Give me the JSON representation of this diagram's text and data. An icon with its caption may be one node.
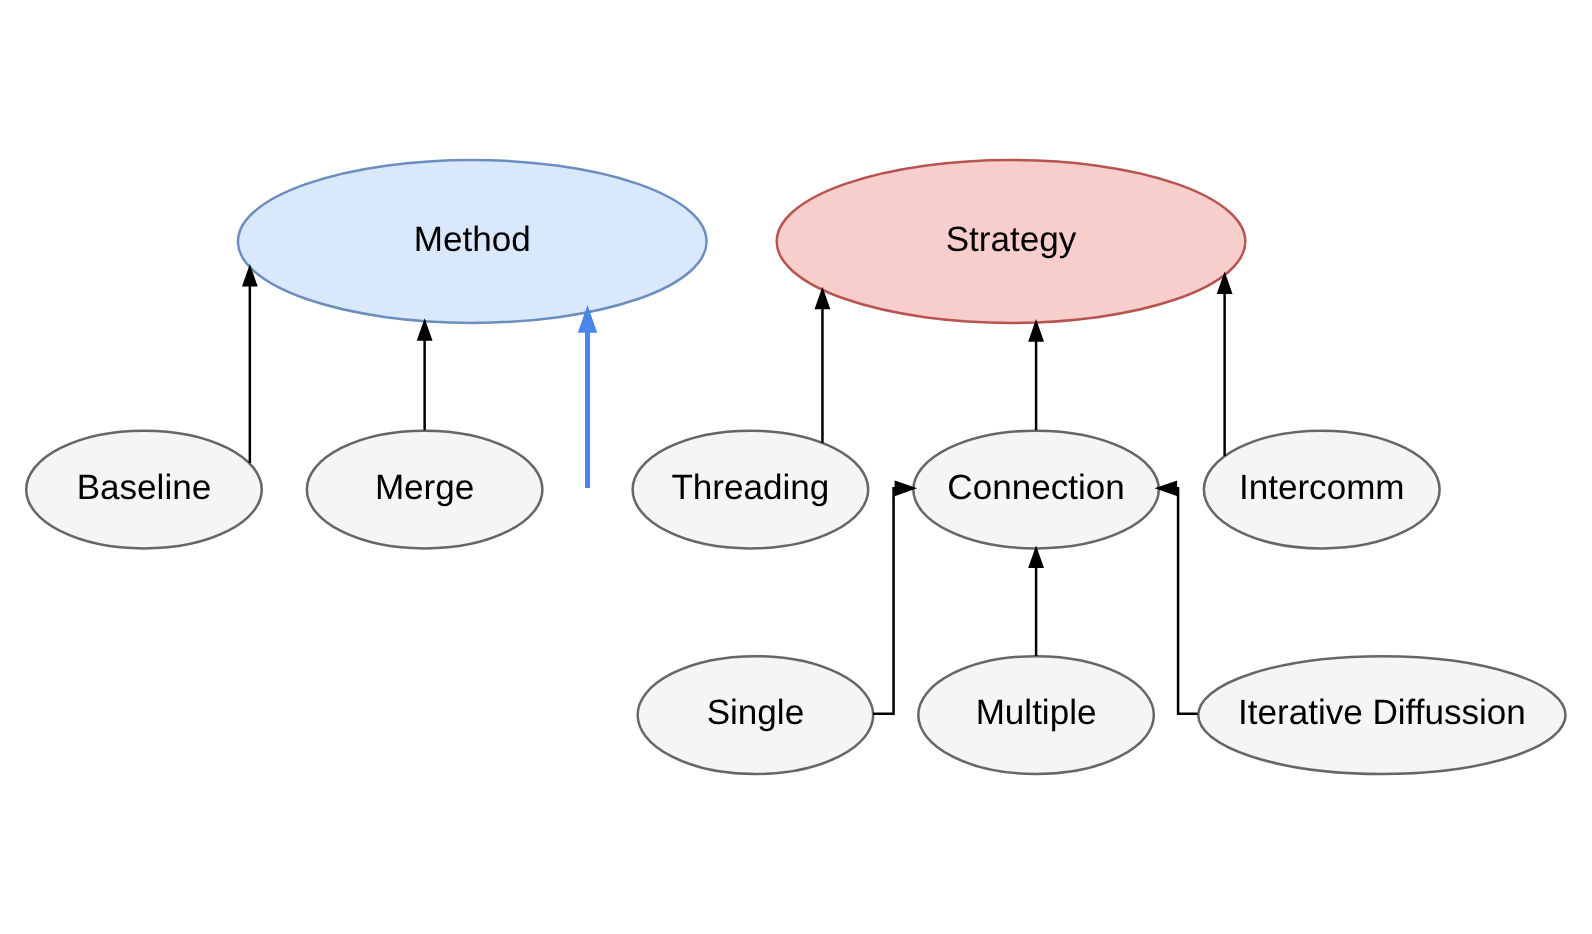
{
  "diagram": {
    "nodes": [
      {
        "text": [
          "Method"
        ]
      },
      {
        "text": [
          "Strategy"
        ]
      },
      {
        "text": [
          "Baseline"
        ]
      },
      {
        "text": [
          "Merge"
        ]
      },
      {
        "text": [
          "Threading"
        ]
      },
      {
        "text": [
          "Connection"
        ]
      },
      {
        "text": [
          "Intercomm"
        ]
      },
      {
        "text": [
          "Single"
        ]
      },
      {
        "text": [
          "Multiple"
        ]
      },
      {
        "text": [
          "Iterative Diffussion"
        ]
      }
    ],
    "edges": [
      {
        "from": 2,
        "to": 0,
        "arrow": "to"
      },
      {
        "from": 3,
        "to": 0,
        "arrow": "to"
      },
      {
        "from": 4,
        "to": 1,
        "arrow": "to"
      },
      {
        "from": 5,
        "to": 1,
        "arrow": "to"
      },
      {
        "from": 6,
        "to": 1,
        "arrow": "to"
      },
      {
        "from": 7,
        "to": 5,
        "arrow": "to"
      },
      {
        "from": 8,
        "to": 5,
        "arrow": "to"
      },
      {
        "from": 9,
        "to": 5,
        "arrow": "to"
      },
      {
        "from": null,
        "to": 0,
        "arrow": "to",
        "color": "#4a86e8"
      }
    ]
  }
}
